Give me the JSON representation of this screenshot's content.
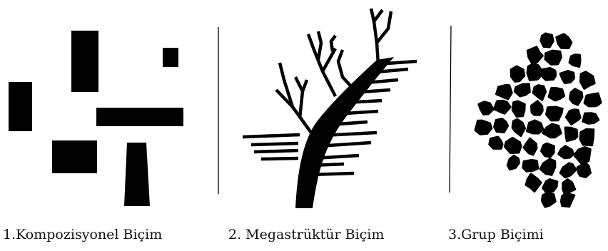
{
  "panels": [
    {
      "caption": "1.Kompozisyonel Biçim"
    },
    {
      "caption": "2. Megastrüktür Biçim"
    },
    {
      "caption": "3.Grup Biçimi"
    }
  ],
  "colors": {
    "ink": "#000000",
    "background": "#ffffff"
  }
}
